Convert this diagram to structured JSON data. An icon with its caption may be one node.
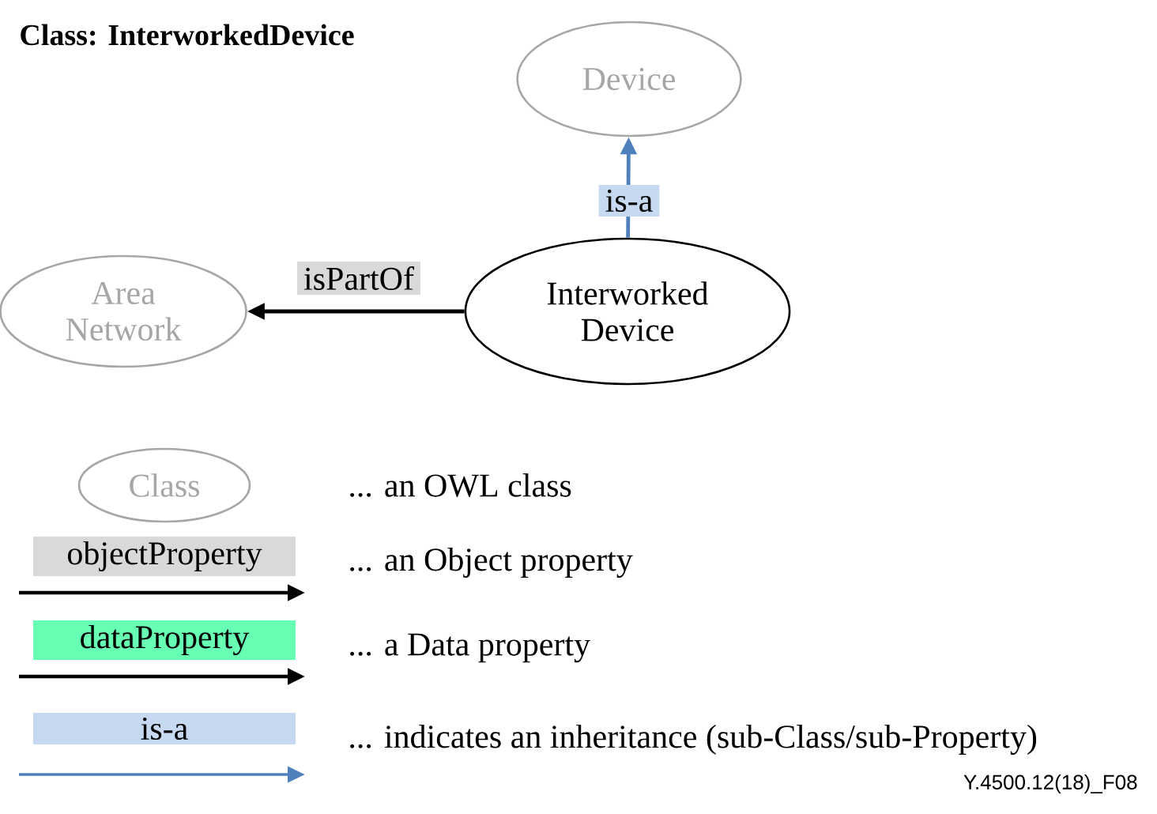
{
  "diagram": {
    "title": "Class: InterworkedDevice",
    "nodes": [
      {
        "text": [
          "Device"
        ]
      },
      {
        "text": [
          "Area Network"
        ]
      },
      {
        "text": [
          "Interworked Device"
        ]
      },
      {
        "text": [
          "Class"
        ]
      }
    ],
    "edges": [
      {
        "from": 2,
        "to": 1,
        "arrow": "to",
        "label": "isPartOf"
      },
      {
        "from": 2,
        "to": 0,
        "arrow": "to",
        "label": "is-a",
        "color": "#4f81bd"
      }
    ],
    "labels": [
      "objectProperty",
      "dataProperty",
      "is-a",
      "Y.4500.12(18)_F08"
    ],
    "legend": [
      {
        "text": "... an OWL class"
      },
      {
        "text": "... an Object property"
      },
      {
        "text": "... a Data property"
      },
      {
        "text": "... indicates an inheritance (sub-Class/sub-Property)"
      }
    ]
  }
}
